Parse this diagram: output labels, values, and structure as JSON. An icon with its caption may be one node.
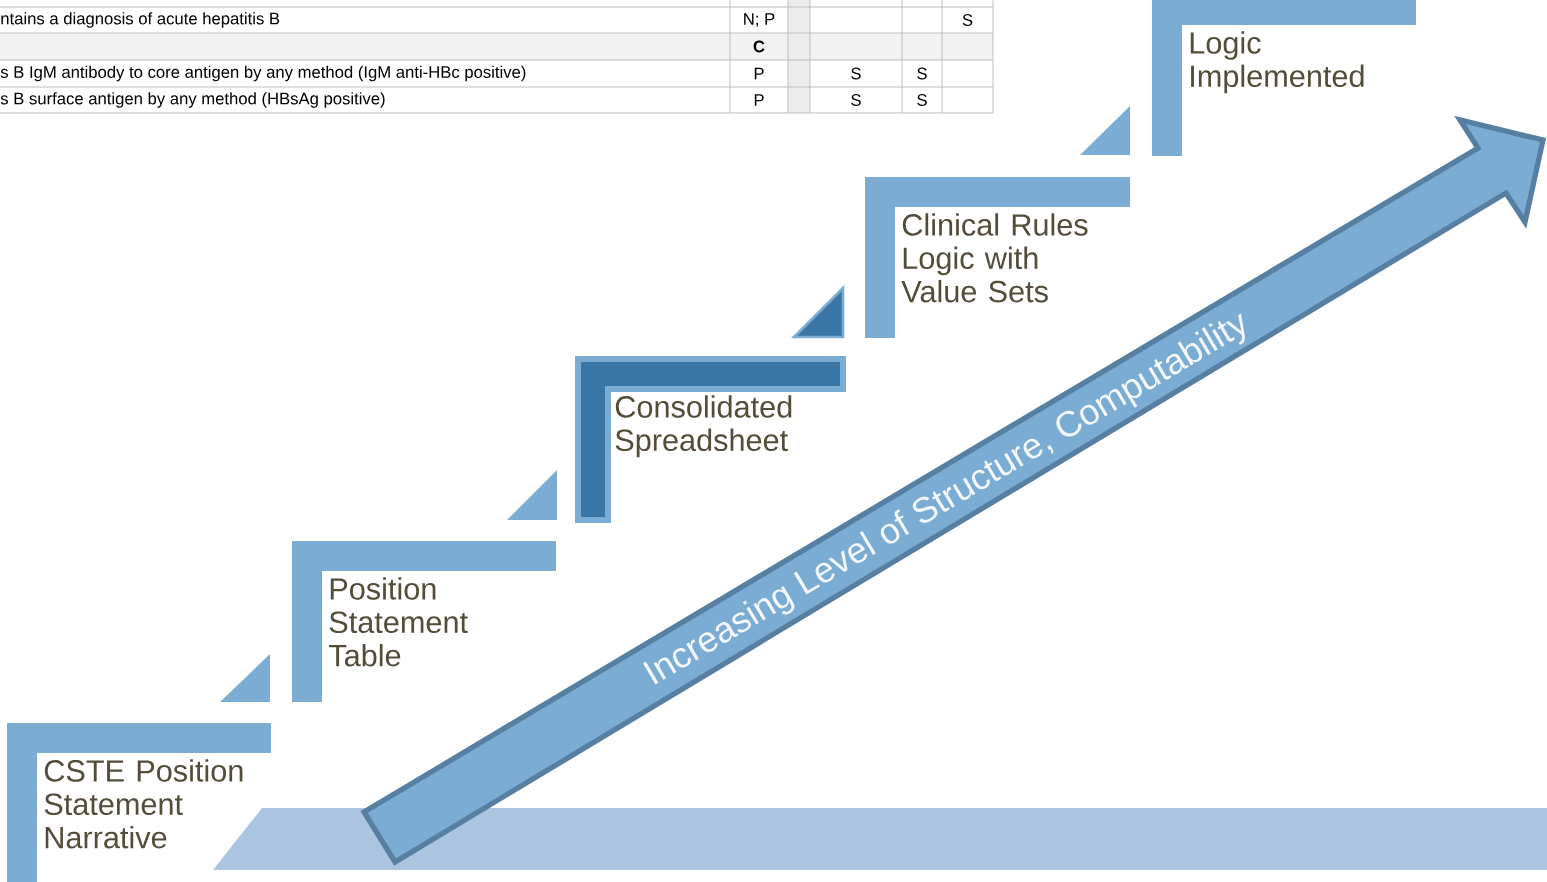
{
  "diagram": {
    "nodes": [
      {
        "text": [
          "CSTE Position Statement Narrative"
        ]
      },
      {
        "text": [
          "Position Statement Table"
        ]
      },
      {
        "text": [
          "Consolidated Spreadsheet"
        ]
      },
      {
        "text": [
          "Clinical Rules Logic with Value Sets"
        ]
      },
      {
        "text": [
          "Logic Implemented"
        ]
      },
      {
        "text": [
          "Increasing Level of Structure, Computability"
        ]
      }
    ],
    "labels": [
      "ntains a diagnosis of acute hepatitis B",
      "N; P",
      "S",
      "C",
      "s B IgM antibody to core antigen by any method (IgM anti-HBc positive)",
      "P",
      "S",
      "S",
      "s B surface antigen by any method (HBsAg positive)",
      "P",
      "S",
      "S"
    ]
  }
}
